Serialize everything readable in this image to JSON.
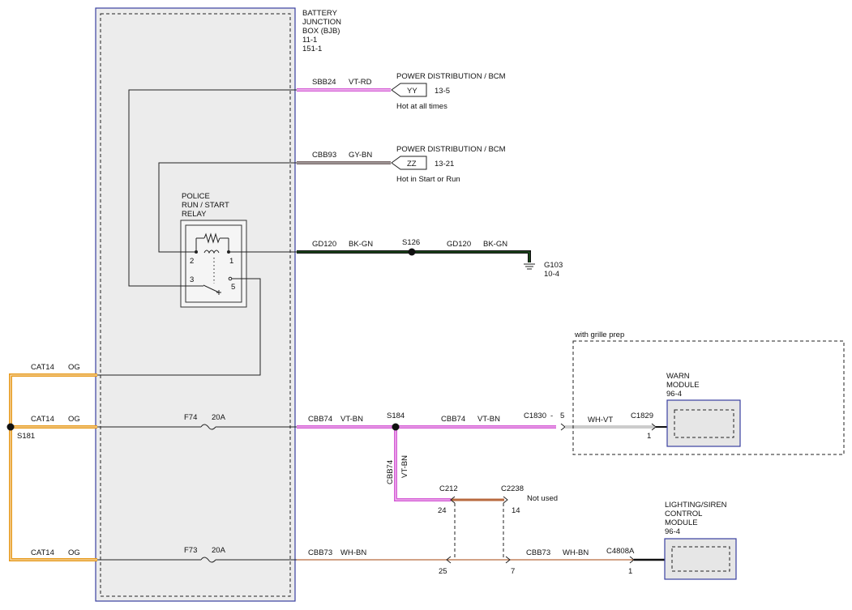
{
  "bjb": {
    "title_lines": [
      "BATTERY",
      "JUNCTION",
      "BOX (BJB)",
      "11-1",
      "151-1"
    ]
  },
  "relay": {
    "title_lines": [
      "POLICE",
      "RUN / START",
      "RELAY"
    ],
    "pins": {
      "p1": "1",
      "p2": "2",
      "p3": "3",
      "p5": "5"
    }
  },
  "circuits": {
    "sbb24": {
      "circuit": "SBB24",
      "color": "VT-RD"
    },
    "cbb93": {
      "circuit": "CBB93",
      "color": "GY-BN"
    },
    "gd120_a": {
      "circuit": "GD120",
      "color": "BK-GN"
    },
    "gd120_b": {
      "circuit": "GD120",
      "color": "BK-GN"
    },
    "cat14_top": {
      "circuit": "CAT14",
      "color": "OG"
    },
    "cat14_mid": {
      "circuit": "CAT14",
      "color": "OG"
    },
    "cat14_bot": {
      "circuit": "CAT14",
      "color": "OG"
    },
    "cbb74_a": {
      "circuit": "CBB74",
      "color": "VT-BN"
    },
    "cbb74_b": {
      "circuit": "CBB74",
      "color": "VT-BN"
    },
    "cbb74_vert": {
      "circuit": "CBB74",
      "color": "VT-BN"
    },
    "cbb73_a": {
      "circuit": "CBB73",
      "color": "WH-BN"
    },
    "cbb73_b": {
      "circuit": "CBB73",
      "color": "WH-BN"
    },
    "whvt": {
      "color": "WH-VT"
    }
  },
  "refs": {
    "yy": {
      "code": "YY",
      "page": "13-5",
      "title": "POWER DISTRIBUTION / BCM",
      "note": "Hot at all times"
    },
    "zz": {
      "code": "ZZ",
      "page": "13-21",
      "title": "POWER DISTRIBUTION / BCM",
      "note": "Hot in Start or Run"
    }
  },
  "splices": {
    "s126": "S126",
    "s184": "S184",
    "s181": "S181"
  },
  "ground": {
    "id": "G103",
    "page": "10-4"
  },
  "fuses": {
    "f74": {
      "id": "F74",
      "rating": "20A"
    },
    "f73": {
      "id": "F73",
      "rating": "20A"
    }
  },
  "connectors": {
    "c1830": {
      "id": "C1830",
      "pin": "5",
      "sep": "-"
    },
    "c1829": {
      "id": "C1829",
      "pin": "1"
    },
    "c212": {
      "id": "C212",
      "pin_top": "24",
      "pin_bot": "25"
    },
    "c2238": {
      "id": "C2238",
      "pin_top": "14",
      "pin_bot": "7"
    },
    "c4808a": {
      "id": "C4808A",
      "pin": "1"
    },
    "not_used": "Not used"
  },
  "option_box": {
    "label": "with grille prep"
  },
  "warn_module": {
    "title_lines": [
      "WARN",
      "MODULE",
      "96-4"
    ]
  },
  "lighting_module": {
    "title_lines": [
      "LIGHTING/SIREN",
      "CONTROL",
      "MODULE",
      "96-4"
    ]
  },
  "colors": {
    "violet": "#d55ad5",
    "orange": "#e79a1c",
    "ground_green": "#1f6e1f",
    "brown": "#b86a3f",
    "box_fill": "#ececec",
    "module_fill": "#e6e6e6",
    "box_border": "#3a3fa0"
  }
}
